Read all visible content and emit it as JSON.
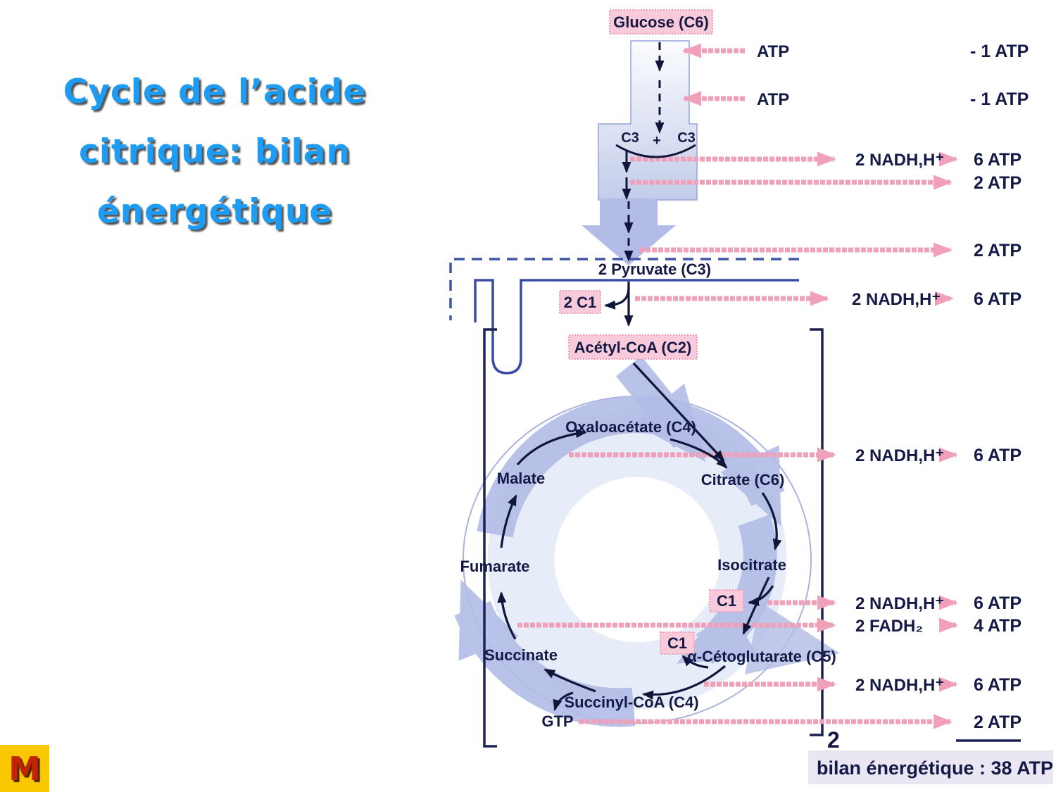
{
  "title": {
    "line1": "Cycle de l’acide",
    "line2": "citrique: bilan",
    "line3": "énergétique"
  },
  "logo": {
    "letter": "M"
  },
  "diagram": {
    "glucose": "Glucose (C6)",
    "c3_left": "C3",
    "plus": "+",
    "c3_right": "C3",
    "atp_in_1": "ATP",
    "atp_in_2": "ATP",
    "pyruvate": "2 Pyruvate (C3)",
    "co2_pyruvate": "2 C1",
    "acetyl": "Acétyl-CoA (C2)",
    "cycle": {
      "oxaloacetate": "Oxaloacétate (C4)",
      "citrate": "Citrate (C6)",
      "isocitrate": "Isocitrate",
      "c1_a": "C1",
      "alpha_ketoglutarate": "α-Cétoglutarate (C5)",
      "c1_b": "C1",
      "succinyl_coa": "Succinyl-CoA (C4)",
      "gtp": "GTP",
      "succinate": "Succinate",
      "fumarate": "Fumarate",
      "malate": "Malate"
    },
    "rows": [
      {
        "cofactor": "ATP",
        "value": "- 1 ATP"
      },
      {
        "cofactor": "ATP",
        "value": "- 1 ATP"
      },
      {
        "cofactor": "2 NADH,H⁺",
        "value": "6 ATP"
      },
      {
        "value": "2 ATP"
      },
      {
        "value": "2 ATP"
      },
      {
        "cofactor": "2 NADH,H⁺",
        "value": "6 ATP"
      },
      {
        "cofactor": "2 NADH,H⁺",
        "value": "6 ATP"
      },
      {
        "cofactor": "2 NADH,H⁺",
        "value": "6 ATP"
      },
      {
        "cofactor": "2 FADH₂",
        "value": "4 ATP"
      },
      {
        "cofactor": "2 NADH,H⁺",
        "value": "6 ATP"
      },
      {
        "value": "2 ATP"
      }
    ],
    "bracket_multiplier": "2",
    "summary": "bilan énergétique :  38 ATP"
  },
  "colors": {
    "title_blue": "#1e9bf2",
    "navy_text": "#141a45",
    "pink_arrow": "#f0a0b8",
    "pink_box": "#f9cada",
    "periwinkle": "#b2bce6",
    "membrane_blue": "#3a4ba5",
    "summary_bg": "#eae7f3",
    "logo_yellow": "#f9c802",
    "logo_red": "#c22400"
  }
}
